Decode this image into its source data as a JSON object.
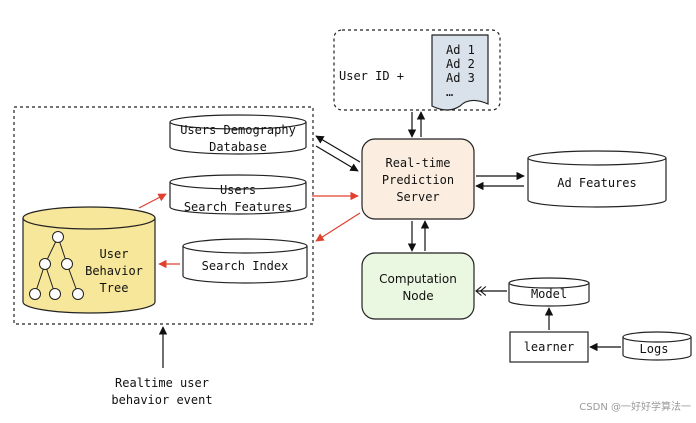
{
  "diagram": {
    "user_id_label": "User ID +",
    "ads": [
      "Ad 1",
      "Ad 2",
      "Ad 3",
      "…"
    ],
    "users_demography": [
      "Users Demography",
      "Database"
    ],
    "users_search_features": [
      "Users",
      "Search Features"
    ],
    "search_index": "Search Index",
    "user_behavior_tree": [
      "User",
      "Behavior",
      "Tree"
    ],
    "realtime_server": [
      "Real-time",
      "Prediction",
      "Server"
    ],
    "ad_features": "Ad Features",
    "computation_node": [
      "Computation",
      "Node"
    ],
    "model": "Model",
    "learner": "learner",
    "logs": "Logs",
    "event_label": [
      "Realtime user",
      "behavior event"
    ]
  },
  "watermark": "CSDN @一好好学算法一",
  "colors": {
    "server_fill": "#fbeee0",
    "computation_fill": "#eaf7e1",
    "tree_fill": "#f7e79a",
    "red_arrow": "#e0402e"
  }
}
